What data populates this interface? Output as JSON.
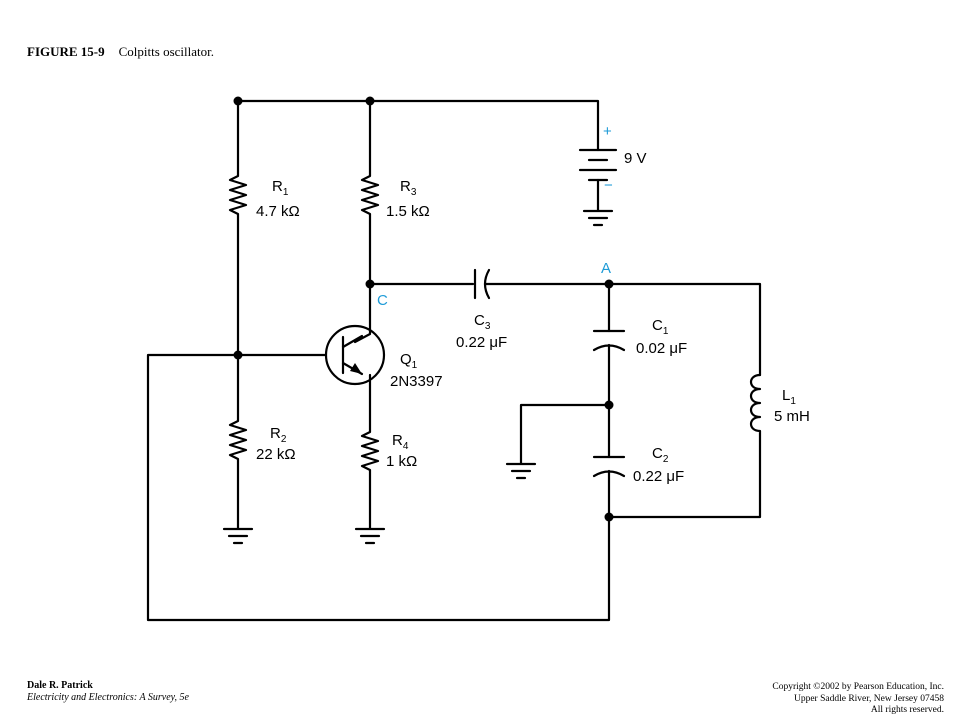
{
  "caption": {
    "figure_number": "FIGURE 15-9",
    "title": "Colpitts oscillator."
  },
  "footer": {
    "author": "Dale R. Patrick",
    "book": "Electricity and Electronics: A Survey, 5e",
    "copyright_line1": "Copyright ©2002 by Pearson Education, Inc.",
    "copyright_line2": "Upper Saddle River, New Jersey 07458",
    "copyright_line3": "All rights reserved."
  },
  "components": {
    "R1": {
      "sym": "R",
      "sub": "1",
      "value": "4.7 kΩ"
    },
    "R2": {
      "sym": "R",
      "sub": "2",
      "value": "22 kΩ"
    },
    "R3": {
      "sym": "R",
      "sub": "3",
      "value": "1.5 kΩ"
    },
    "R4": {
      "sym": "R",
      "sub": "4",
      "value": "1 kΩ"
    },
    "C1": {
      "sym": "C",
      "sub": "1",
      "value": "0.02 μF"
    },
    "C2": {
      "sym": "C",
      "sub": "2",
      "value": "0.22 μF"
    },
    "C3": {
      "sym": "C",
      "sub": "3",
      "value": "0.22 μF"
    },
    "L1": {
      "sym": "L",
      "sub": "1",
      "value": "5 mH"
    },
    "Q1": {
      "sym": "Q",
      "sub": "1",
      "value": "2N3397"
    },
    "battery": {
      "plus": "+",
      "minus": "−",
      "value": "9 V"
    }
  },
  "nodes": {
    "A": "A",
    "C": "C"
  },
  "colors": {
    "node_label": "#1e9bd7",
    "wire": "#000000"
  }
}
